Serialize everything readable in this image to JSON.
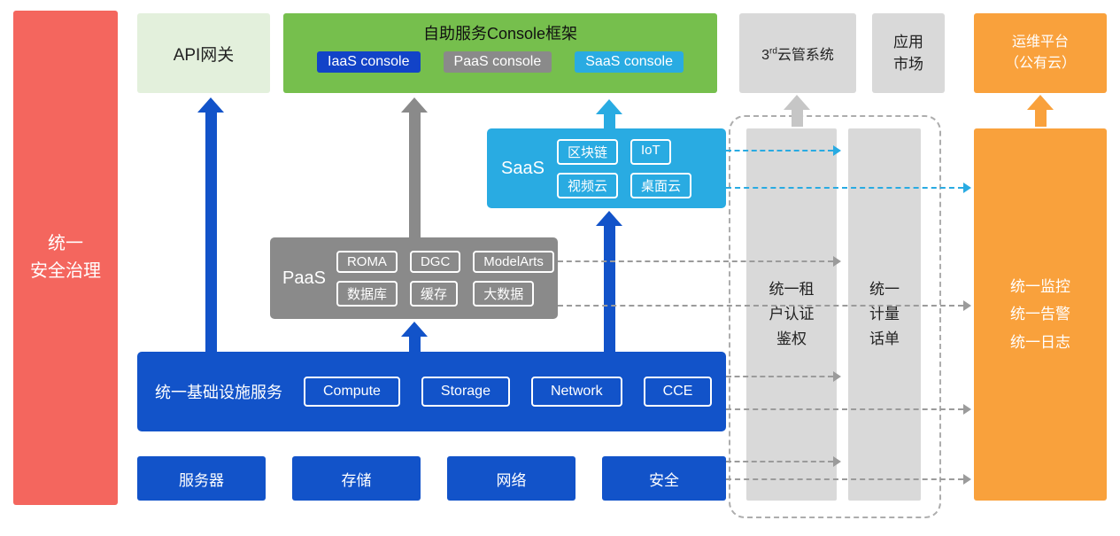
{
  "security_bar": {
    "label": "统一\n安全治理"
  },
  "api_gateway": {
    "label": "API网关"
  },
  "console_frame": {
    "title": "自助服务Console框架",
    "iaas_console": "IaaS console",
    "paas_console": "PaaS console",
    "saas_console": "SaaS console"
  },
  "third_cloud": {
    "num": "3",
    "sup": "rd",
    "label": "云管系统"
  },
  "app_market": {
    "label": "应用\n市场"
  },
  "om_platform": {
    "label": "运维平台\n（公有云）"
  },
  "saas": {
    "label": "SaaS",
    "items": [
      "区块链",
      "IoT",
      "视频云",
      "桌面云"
    ]
  },
  "paas": {
    "label": "PaaS",
    "items": [
      "ROMA",
      "DGC",
      "ModelArts",
      "数据库",
      "缓存",
      "大数据"
    ]
  },
  "iaas": {
    "label": "统一基础设施服务",
    "items": [
      "Compute",
      "Storage",
      "Network",
      "CCE"
    ]
  },
  "infra_row": {
    "items": [
      "服务器",
      "存储",
      "网络",
      "安全"
    ]
  },
  "tenant_auth": {
    "label": "统一租\n户认证\n鉴权"
  },
  "metering": {
    "label": "统一\n计量\n话单"
  },
  "monitor": {
    "label": "统一监控\n统一告警\n统一日志"
  },
  "colors": {
    "blue": "#1253C9",
    "cyan": "#29ABE2",
    "gray": "#8A8A8A",
    "green": "#76BF4D",
    "light_green": "#E3F0DC",
    "light_gray": "#D9D9D9",
    "orange": "#F9A13C",
    "red": "#F4665E"
  }
}
